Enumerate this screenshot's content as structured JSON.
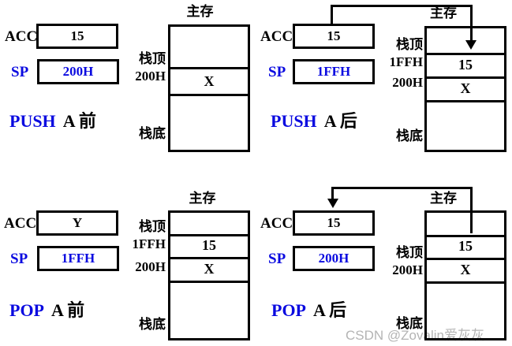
{
  "colors": {
    "accent_blue": "#0a0ae0",
    "watermark_gray": "#b4b4b4",
    "line_black": "#000000"
  },
  "watermark": {
    "text": "CSDN @Zovalin爱灰灰"
  },
  "push_before": {
    "caption_op": "PUSH",
    "caption_rest": "A 前",
    "acc_label": "ACC",
    "acc_value": "15",
    "sp_label": "SP",
    "sp_value": "200H",
    "mem_title": "主存",
    "stack_top": "栈顶",
    "stack_top_addr": "200H",
    "cell_x": "X",
    "stack_bottom": "栈底"
  },
  "push_after": {
    "caption_op": "PUSH",
    "caption_rest": "A 后",
    "acc_label": "ACC",
    "acc_value": "15",
    "sp_label": "SP",
    "sp_value": "1FFH",
    "mem_title": "主存",
    "stack_top": "栈顶",
    "stack_top_addr": "1FFH",
    "second_addr": "200H",
    "cell_15": "15",
    "cell_x": "X",
    "stack_bottom": "栈底"
  },
  "pop_before": {
    "caption_op": "POP",
    "caption_rest": "A 前",
    "acc_label": "ACC",
    "acc_value": "Y",
    "sp_label": "SP",
    "sp_value": "1FFH",
    "mem_title": "主存",
    "stack_top": "栈顶",
    "stack_top_addr": "1FFH",
    "second_addr": "200H",
    "cell_15": "15",
    "cell_x": "X",
    "stack_bottom": "栈底"
  },
  "pop_after": {
    "caption_op": "POP",
    "caption_rest": "A 后",
    "acc_label": "ACC",
    "acc_value": "15",
    "sp_label": "SP",
    "sp_value": "200H",
    "mem_title": "主存",
    "stack_top": "栈顶",
    "stack_top_addr": "200H",
    "cell_15": "15",
    "cell_x": "X",
    "stack_bottom": "栈底"
  }
}
